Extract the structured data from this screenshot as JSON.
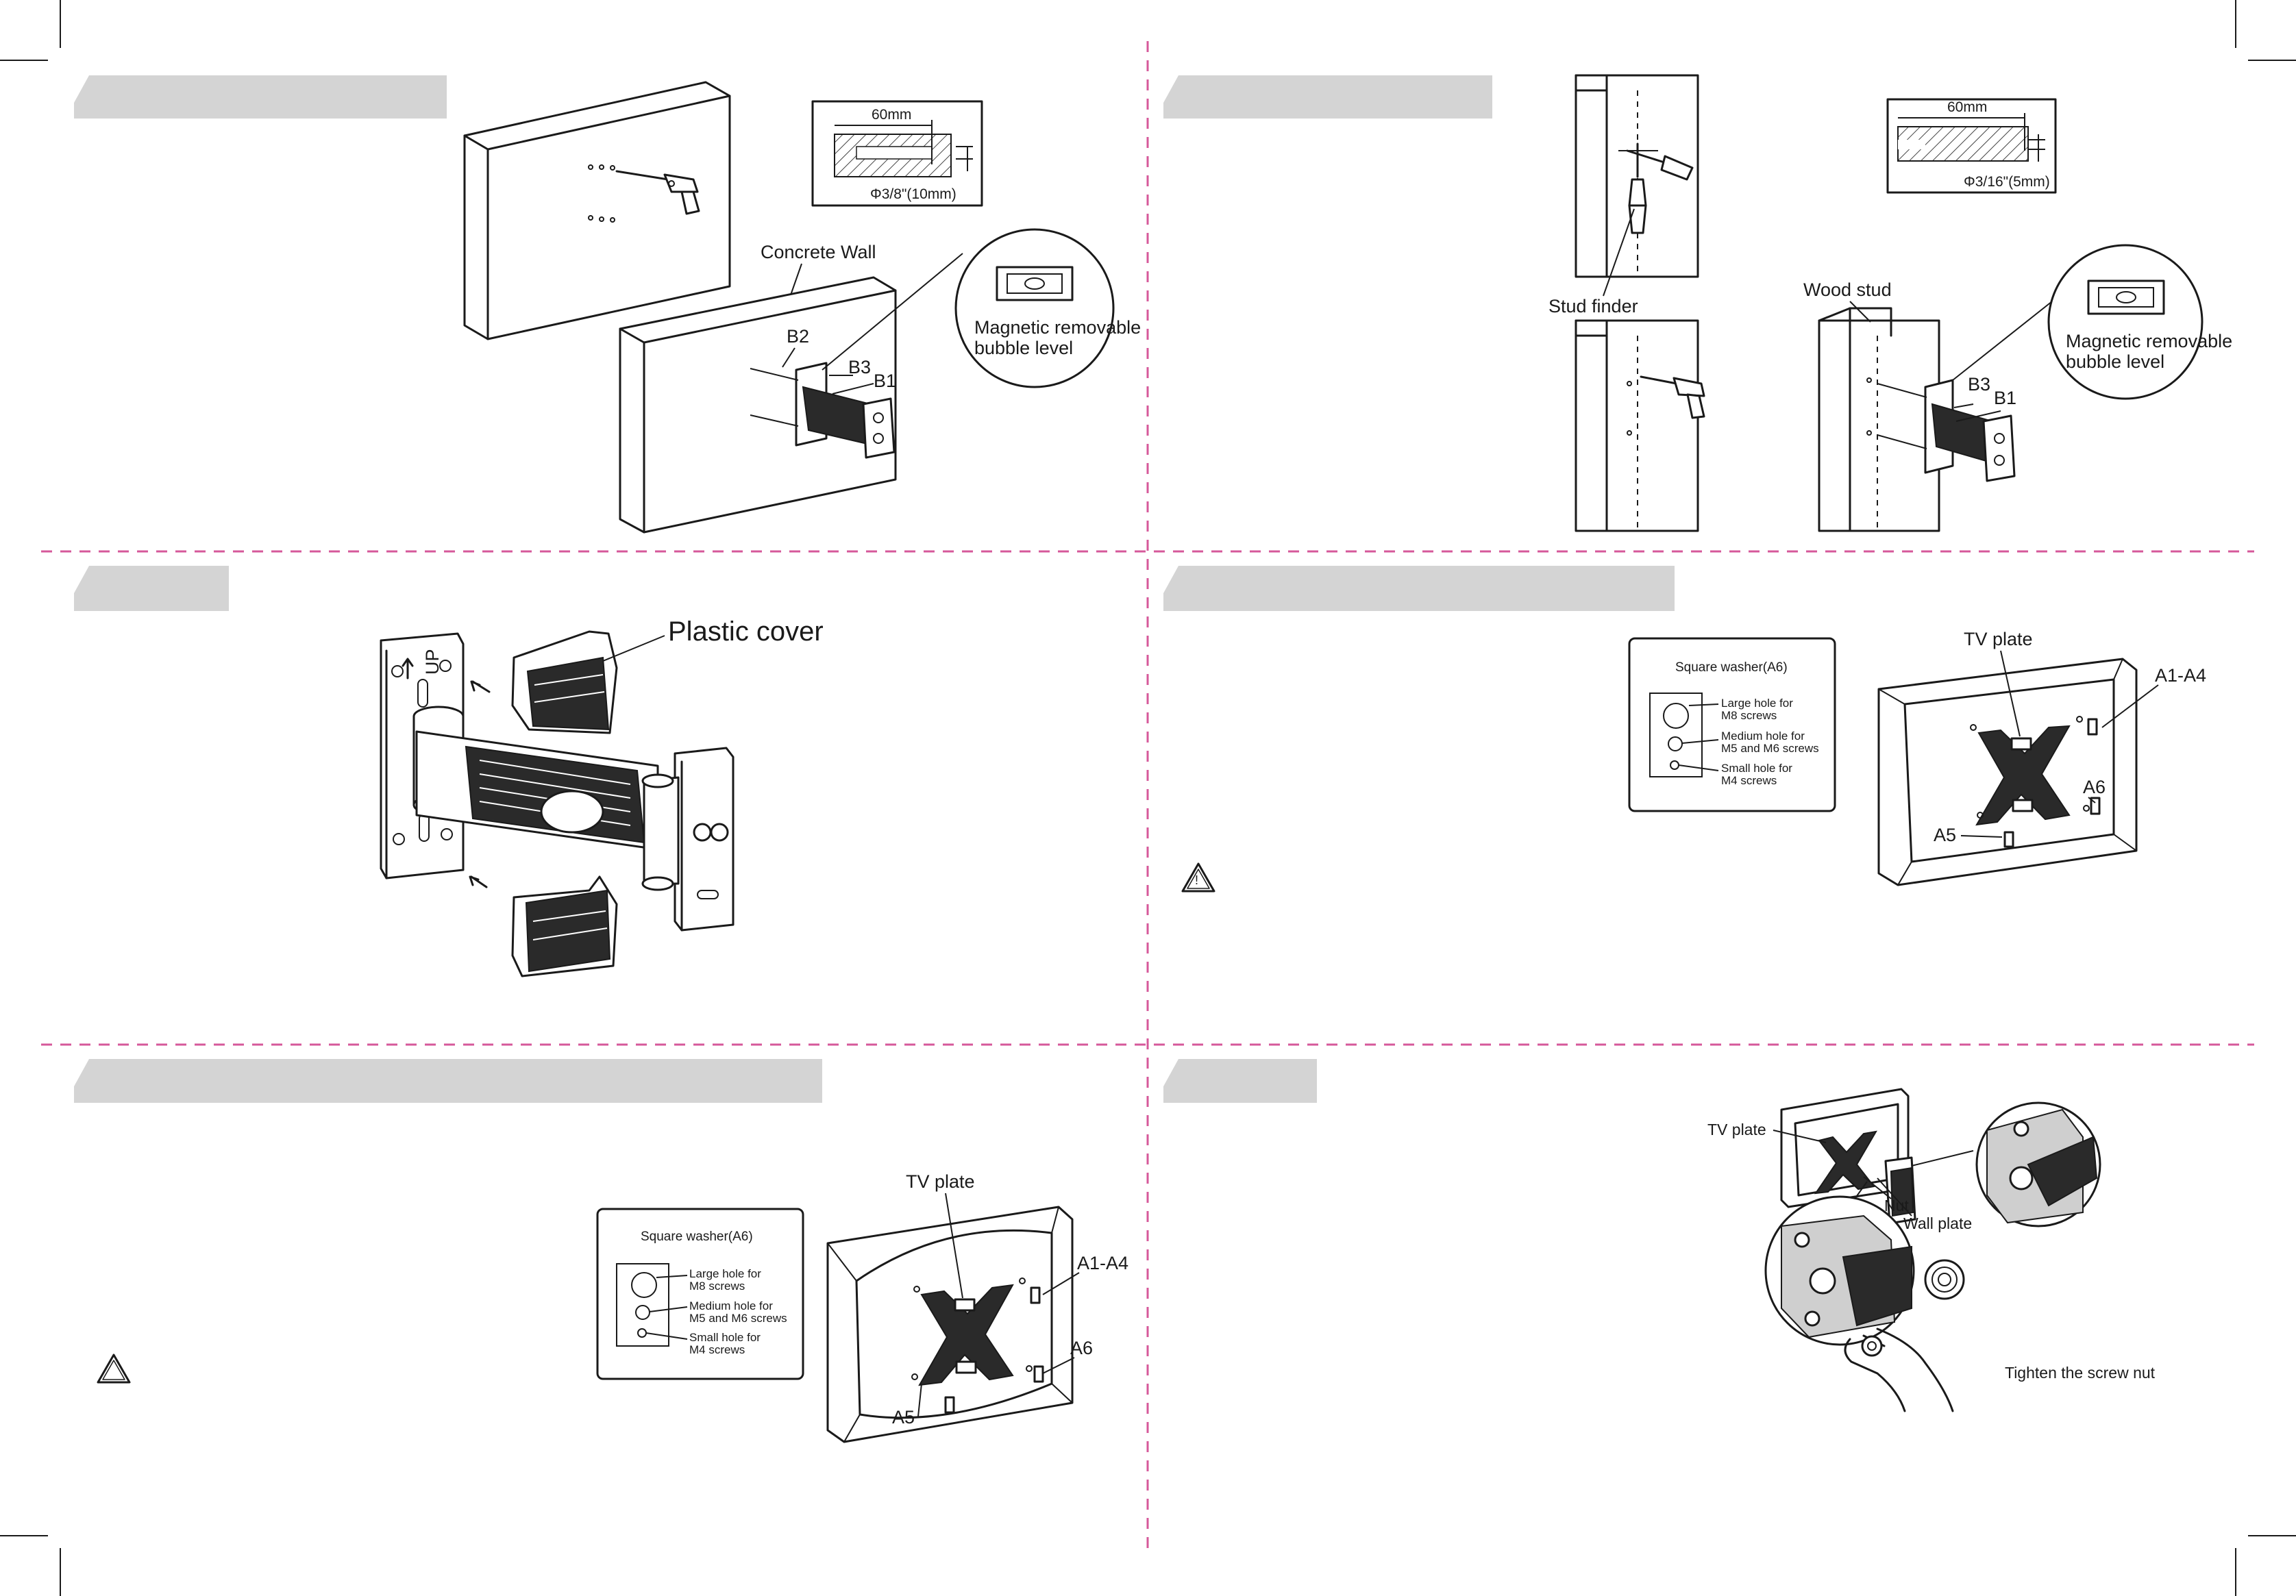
{
  "labels": {
    "concrete_dim_width": "60mm",
    "concrete_dim_dia": "Φ3/8\"(10mm)",
    "concrete_wall": "Concrete Wall",
    "b2": "B2",
    "b3": "B3",
    "b1": "B1",
    "bubble_level_1": "Magnetic removable",
    "bubble_level_2": "bubble level",
    "wood_dim_width": "60mm",
    "wood_dim_dia": "Φ3/16\"(5mm)",
    "stud_finder": "Stud finder",
    "wood_stud": "Wood stud",
    "plastic_cover": "Plastic cover",
    "up_marker": "UP",
    "washer_title": "Square washer(A6)",
    "washer_large_1": "Large hole for",
    "washer_large_2": "M8 screws",
    "washer_medium_1": "Medium hole for",
    "washer_medium_2": "M5 and M6 screws",
    "washer_small_1": "Small hole for",
    "washer_small_2": "M4 screws",
    "tv_plate": "TV plate",
    "a1_a4": "A1-A4",
    "a6": "A6",
    "a5": "A5",
    "nut": "Nut",
    "wall_plate": "Wall plate",
    "tighten_nut": "Tighten the screw nut",
    "warning_glyph": "!"
  },
  "colors": {
    "header_bar": "#d4d4d4",
    "divider": "#d6589a",
    "ink": "#1a1a1a"
  },
  "icons": [
    "warning-icon",
    "drill-icon",
    "bubble-level-icon",
    "screwdriver-icon",
    "arrow-icon",
    "hand-icon"
  ]
}
